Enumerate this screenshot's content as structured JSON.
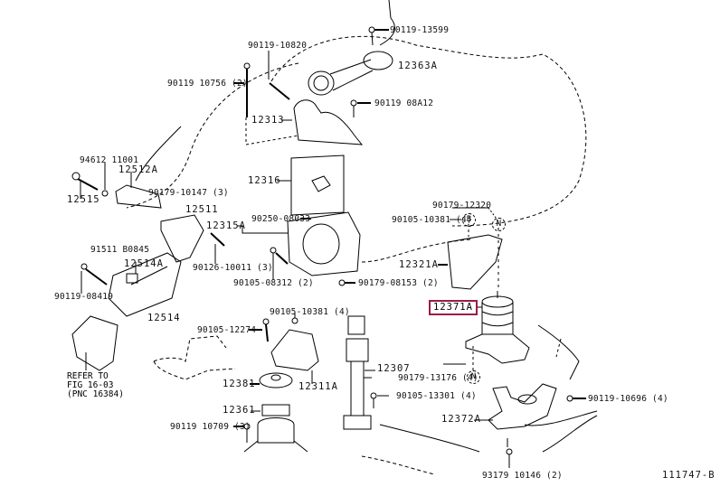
{
  "diagram": {
    "highlight_color": "#9b1b45",
    "diagram_id": "111747-B",
    "highlighted_part": "12371A",
    "labels": {
      "p90119_13599": "90119-13599",
      "p12363A": "12363A",
      "p90119_10820": "90119-10820",
      "p90119_10756": "90119 10756 (2)",
      "p90119_08A12": "90119 08A12",
      "p12313": "12313",
      "p94612_11001": "94612 11001",
      "p12512A": "12512A",
      "p12515": "12515",
      "p90179_10147": "90179-10147 (3)",
      "p12316": "12316",
      "p12511": "12511",
      "p12315A": "12315A",
      "p90250_08033": "90250-08033",
      "p91511_B0845": "91511 B0845",
      "p90126_10011": "90126-10011 (3)",
      "p12514A": "12514A",
      "p90119_08419": "90119-08419",
      "p90105_08312": "90105-08312 (2)",
      "p12514": "12514",
      "p90179_08153": "90179-08153 (2)",
      "p90179_12320": "90179-12320",
      "p90105_10381_a": "90105-10381 (4)",
      "p12321A": "12321A",
      "p12371A": "12371A",
      "p90105_10381_b": "90105-10381 (4)",
      "p90105_12274": "90105-12274",
      "p12307": "12307",
      "p90179_13176": "90179-13176 (4)",
      "p12311A": "12311A",
      "p12381": "12381",
      "p90105_13301": "90105-13301 (4)",
      "p12361": "12361",
      "p90119_10709": "90119 10709 (3)",
      "p90119_10696": "90119-10696 (4)",
      "p12372A": "12372A",
      "p93179_10146": "93179 10146 (2)"
    },
    "callouts": {
      "B": "B",
      "N1": "N",
      "N2": "N"
    },
    "refer_note": "REFER TO\nFIG 16-03\n(PNC 16384)"
  }
}
